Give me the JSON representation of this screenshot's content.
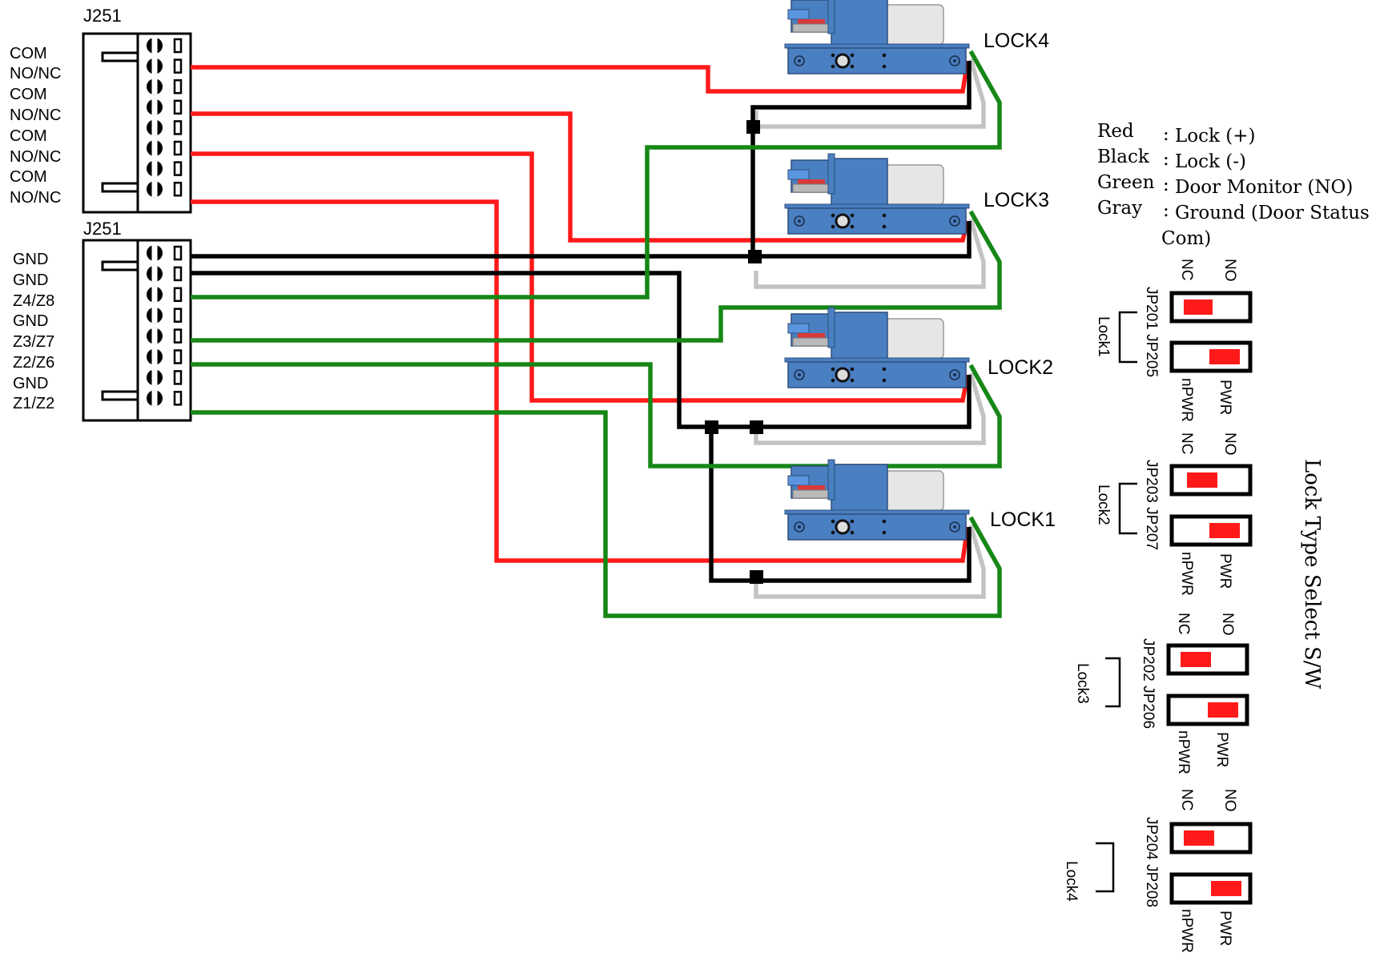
{
  "connectors": [
    {
      "id": "top",
      "title": "J251",
      "pins": [
        "COM",
        "NO/NC",
        "COM",
        "NO/NC",
        "COM",
        "NO/NC",
        "COM",
        "NO/NC"
      ]
    },
    {
      "id": "bottom",
      "title": "J251",
      "pins": [
        "GND",
        "GND",
        "Z4/Z8",
        "GND",
        "Z3/Z7",
        "Z2/Z6",
        "GND",
        "Z1/Z2"
      ]
    }
  ],
  "locks": [
    "LOCK4",
    "LOCK3",
    "LOCK2",
    "LOCK1"
  ],
  "legend": [
    {
      "color": "Red",
      "sep": ":",
      "desc": "Lock (+)"
    },
    {
      "color": "Black",
      "sep": ":",
      "desc": "Lock (-)"
    },
    {
      "color": "Green",
      "sep": ":",
      "desc": "Door Monitor (NO)"
    },
    {
      "color": "Gray",
      "sep": ":",
      "desc": "Ground (Door Status"
    },
    {
      "color": "",
      "sep": "",
      "desc": "Com)"
    }
  ],
  "switch_title": "Lock Type Select S/W",
  "switch_groups": [
    {
      "lock": "Lock1",
      "jp": "JP201 JP205",
      "nc": "NC",
      "no": "NO",
      "npwr": "nPWR",
      "pwr": "PWR"
    },
    {
      "lock": "Lock2",
      "jp": "JP203 JP207",
      "nc": "NC",
      "no": "NO",
      "npwr": "nPWR",
      "pwr": "PWR"
    },
    {
      "lock": "Lock3",
      "jp": "JP202 JP206",
      "nc": "NC",
      "no": "NO",
      "npwr": "nPWR",
      "pwr": "PWR"
    },
    {
      "lock": "Lock4",
      "jp": "JP204 JP208",
      "nc": "NC",
      "no": "NO",
      "npwr": "nPWR",
      "pwr": "PWR"
    }
  ],
  "wire_colors": {
    "red": "#ff1a1a",
    "black": "#000000",
    "green": "#168716",
    "gray": "#c3c3c3",
    "lock_body": "#4a7fc1",
    "switch_knob": "#ff1a1a"
  }
}
